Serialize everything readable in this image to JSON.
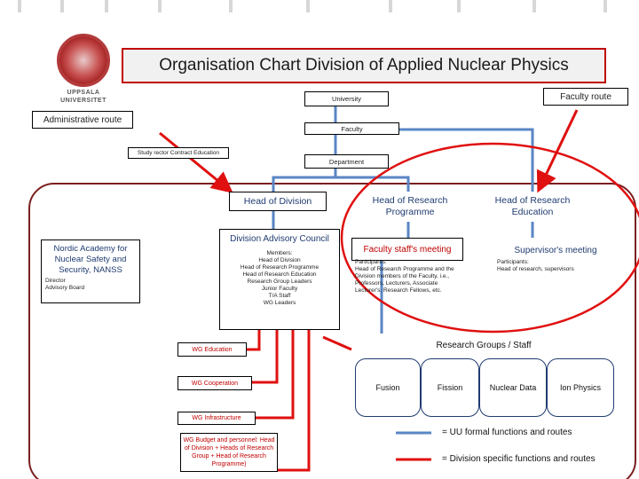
{
  "logo": {
    "line1": "UPPSALA",
    "line2": "UNIVERSITET"
  },
  "title": "Organisation Chart Division of Applied Nuclear Physics",
  "routes": {
    "administrative": "Administrative route",
    "faculty": "Faculty route"
  },
  "hierarchy": {
    "university": "University",
    "faculty": "Faculty",
    "department": "Department",
    "study_rector": "Study rector Contract Education"
  },
  "heads": {
    "head_of_division": "Head of Division",
    "head_research_programme": "Head of Research Programme",
    "head_research_education": "Head of Research Education"
  },
  "nordic": {
    "title": "Nordic Academy for Nuclear Safety and Security, NANSS",
    "line1": "Director",
    "line2": "Advisory Board"
  },
  "council": {
    "title": "Division Advisory Council",
    "members": [
      "Members:",
      "Head of Division",
      "Head of Research Programme",
      "Head of Research Education",
      "Research Group Leaders",
      "Junior Faculty",
      "T/A Staff",
      "WG Leaders"
    ]
  },
  "faculty_meeting": {
    "title": "Faculty staff's meeting",
    "participants": [
      "Participants:",
      "Head of Research Programme and the",
      "Division members of the Faculty, i.e.,",
      "Professors, Lecturers, Associate",
      "Lecturer's, Research Fellows, etc."
    ]
  },
  "supervisor_meeting": {
    "title": "Supervisor's meeting",
    "participants": [
      "Participants:",
      "Head of research, supervisors"
    ]
  },
  "working_groups": {
    "education": "WG Education",
    "cooperation": "WG Cooperation",
    "infrastructure": "WG Infrastructure",
    "budget": "WG Budget and personnel: Head of Division + Heads of Research Group + Head of Research Programme)"
  },
  "research": {
    "title": "Research Groups / Staff",
    "groups": [
      "Fusion",
      "Fission",
      "Nuclear Data",
      "Ion Physics"
    ]
  },
  "legend": {
    "blue": "= UU formal functions and routes",
    "red": "= Division specific functions and routes"
  },
  "colors": {
    "blue": "#5a86c5",
    "red": "#e01010",
    "dark_red": "#7a1f1f",
    "navy": "#1f3b70"
  }
}
